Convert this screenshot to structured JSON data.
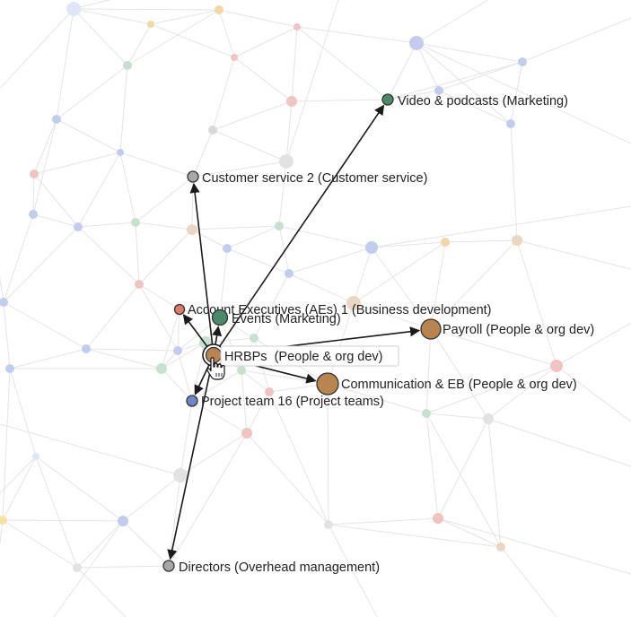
{
  "colors": {
    "people_org_dev": "#b8844f",
    "marketing": "#4a8a6a",
    "customer_service": "#a8a8a8",
    "business_development": "#e07a6e",
    "project_teams": "#6d86c9",
    "overhead_management": "#a8a8a8",
    "edge": "#222222"
  },
  "focus": {
    "label": "HRBPs  (People & org dev)",
    "group": "People & org dev",
    "color": "#b8844f"
  },
  "neighbors": [
    {
      "id": "video-podcasts",
      "label": "Video & podcasts (Marketing)",
      "color": "#4a8a6a"
    },
    {
      "id": "customer-service-2",
      "label": "Customer service 2 (Customer service)",
      "color": "#a8a8a8"
    },
    {
      "id": "account-executives",
      "label": "Account Executives (AEs) 1 (Business development)",
      "color": "#e07a6e"
    },
    {
      "id": "events",
      "label": "Events (Marketing)",
      "color": "#4a8a6a"
    },
    {
      "id": "payroll",
      "label": "Payroll  (People & org dev)",
      "color": "#b8844f"
    },
    {
      "id": "communication-eb",
      "label": "Communication & EB (People & org dev)",
      "color": "#b8844f"
    },
    {
      "id": "project-team-16",
      "label": "Project team 16 (Project teams)",
      "color": "#6d86c9"
    },
    {
      "id": "directors",
      "label": "Directors (Overhead management)",
      "color": "#a8a8a8"
    }
  ],
  "cursor_icon": "hand-pointer-icon"
}
